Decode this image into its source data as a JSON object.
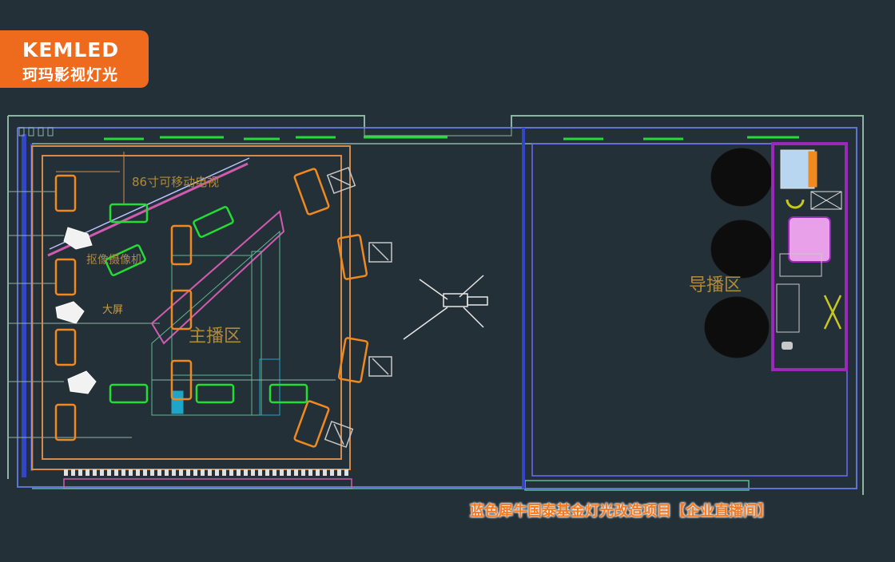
{
  "logo": {
    "brand": "KEMLED",
    "brand_cn": "珂玛影视灯光"
  },
  "labels": {
    "tv": "86寸可移动电视",
    "keying_camera": "抠像摄像机",
    "big_screen": "大屏",
    "main_stage": "主播区",
    "director_zone": "导播区"
  },
  "caption": "蓝色犀牛国泰基金灯光改造项目【企业直播间】",
  "colors": {
    "background": "#243037",
    "brand": "#ee6a1c",
    "wall": "#8fb3a5",
    "wall_blue": "#3346c8",
    "stage_border": "#d88a4a",
    "light_orange": "#f08a20",
    "light_green": "#22dd33",
    "desk_pink": "#d05bb0",
    "rack_purple": "#9a28b8",
    "label_text": "#b08a3a"
  }
}
